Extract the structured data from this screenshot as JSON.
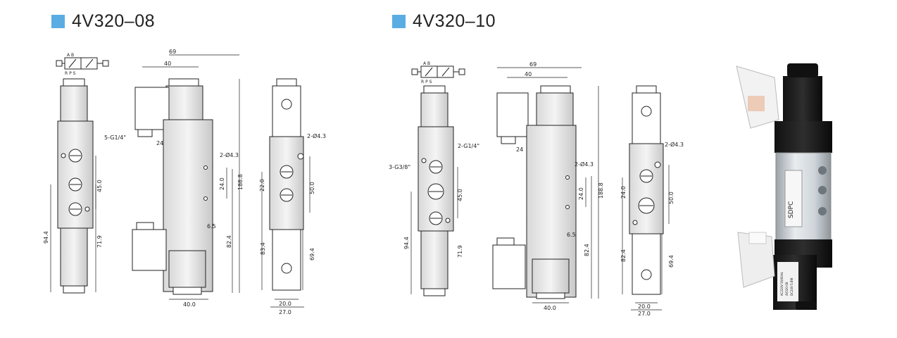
{
  "colors": {
    "accent": "#5aade3"
  },
  "titles": {
    "left": "4V320–08",
    "right": "4V320–10"
  },
  "left": {
    "symbol_ports_top": "A B",
    "symbol_ports_bottom": "R P S",
    "port_label": "5-G1/4\"",
    "overall_width": "69",
    "coil_width": "40",
    "dim_24_small": "24",
    "mount_hole": "2-Ø4.3",
    "dim_45": "45.0",
    "dim_24": "24.0",
    "dim_188": "188.8",
    "dim_6_5": "6.5",
    "dim_94": "94.4",
    "dim_71": "71.9",
    "dim_82": "82.4",
    "dim_40_bottom": "40.0",
    "side_mount_hole": "2-Ø4.3",
    "side_dim_22": "22.0",
    "side_dim_50": "50.0",
    "side_dim_83": "83.4",
    "side_dim_69": "69.4",
    "side_dim_20": "20.0",
    "side_dim_27": "27.0"
  },
  "right": {
    "symbol_ports_top": "A B",
    "symbol_ports_bottom": "R P S",
    "port_label": "2-G1/4\"",
    "port_label_2": "3-G3/8\"",
    "overall_width": "69",
    "coil_width": "40",
    "dim_24_small": "24",
    "mount_hole": "2-Ø4.3",
    "dim_45": "45.0",
    "dim_24": "24.0",
    "dim_188": "188.8",
    "dim_6_5": "6.5",
    "dim_94": "94.4",
    "dim_71": "71.9",
    "dim_82": "82.4",
    "dim_40_bottom": "40.0",
    "side_mount_hole": "2-Ø4.3",
    "side_dim_24": "24.0",
    "side_dim_50": "50.0",
    "side_dim_82": "82.4",
    "side_dim_69": "69.4",
    "side_dim_20": "20.0",
    "side_dim_27": "27.0"
  },
  "photo": {
    "brand": "SDPC",
    "label_lines": [
      "AC220V 50/60Hz",
      "4V320-08",
      "DC24V 5.8W"
    ]
  }
}
